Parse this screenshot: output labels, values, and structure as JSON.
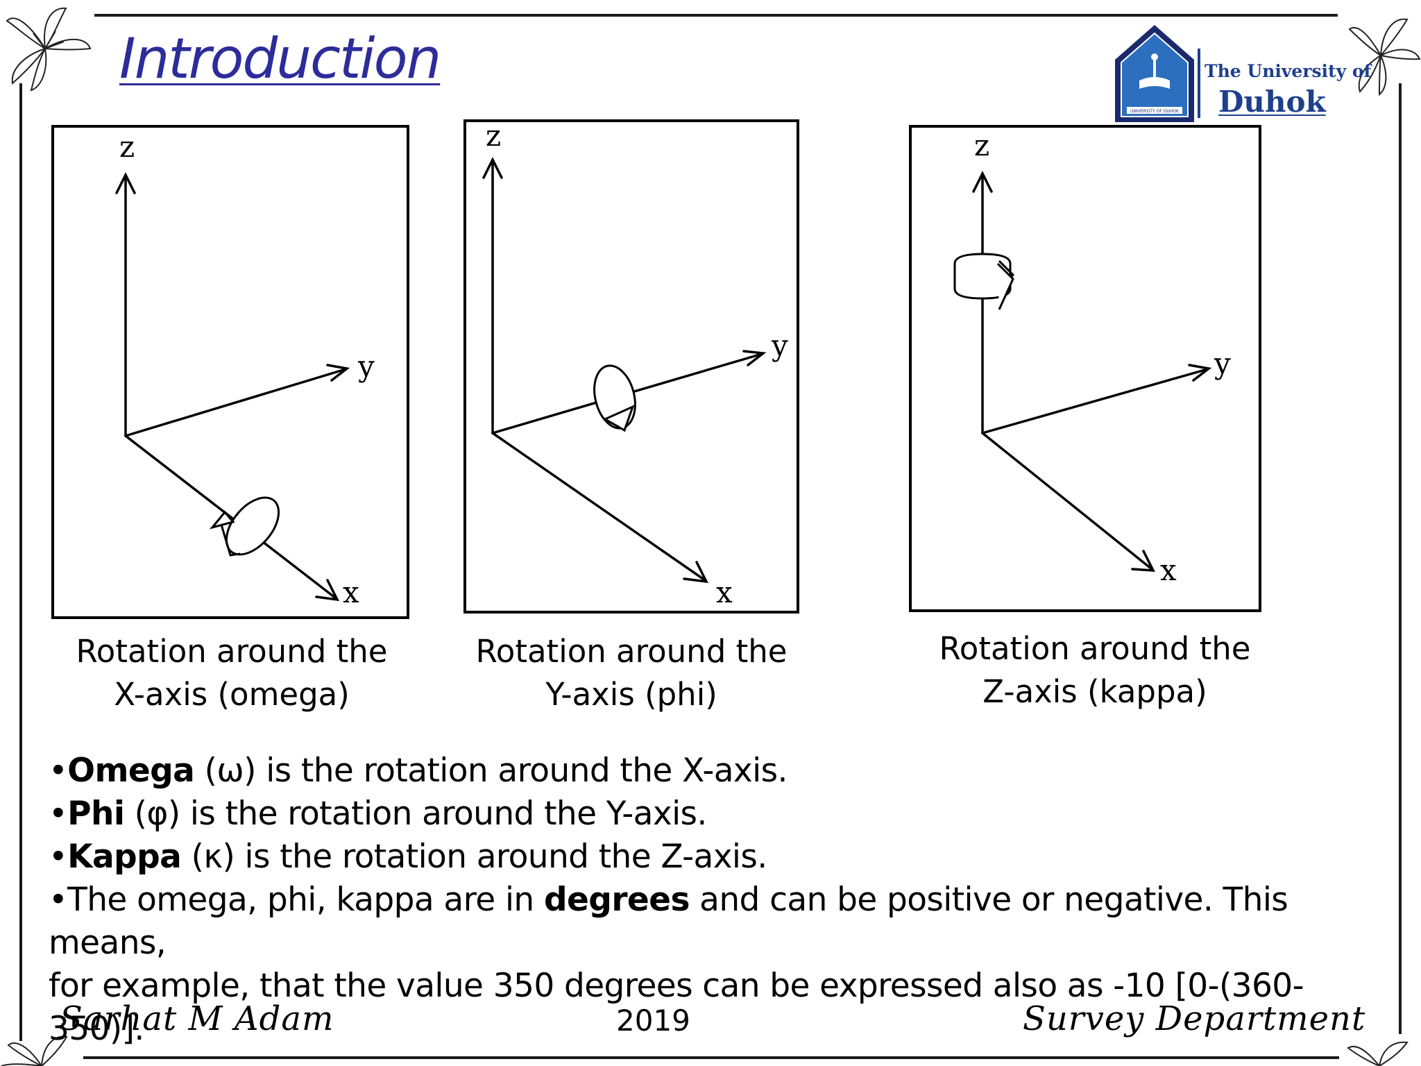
{
  "slide": {
    "title": "Introduction",
    "logo": {
      "line1": "The University of",
      "line2": "Duhok",
      "badge_text": "UNIVERSITY OF DUHOK"
    }
  },
  "diagrams": [
    {
      "z_label": "z",
      "y_label": "y",
      "x_label": "x",
      "caption_line1": "Rotation around the",
      "caption_line2": "X-axis (omega)"
    },
    {
      "z_label": "z",
      "y_label": "y",
      "x_label": "x",
      "caption_line1": "Rotation around the",
      "caption_line2": "Y-axis (phi)"
    },
    {
      "z_label": "z",
      "y_label": "y",
      "x_label": "x",
      "caption_line1": "Rotation around the",
      "caption_line2": "Z-axis (kappa)"
    }
  ],
  "bullets": [
    {
      "bullet": "•",
      "term": "Omega",
      "rest": " (ω) is the rotation around the X-axis."
    },
    {
      "bullet": "•",
      "term": "Phi",
      "rest": " (φ) is the rotation around the Y-axis."
    },
    {
      "bullet": "•",
      "term": "Kappa",
      "rest": " (κ) is the rotation around the Z-axis."
    }
  ],
  "last_bullet": {
    "bullet": "•",
    "before": "The omega, phi, kappa are in ",
    "bold": "degrees",
    "after": " and can be positive or negative. This means,",
    "line2": "for example, that the value 350 degrees can be expressed also as -10 [0-(360-350)]."
  },
  "footer": {
    "author": "Sarhat M Adam",
    "year": "2019",
    "department": "Survey Department"
  }
}
